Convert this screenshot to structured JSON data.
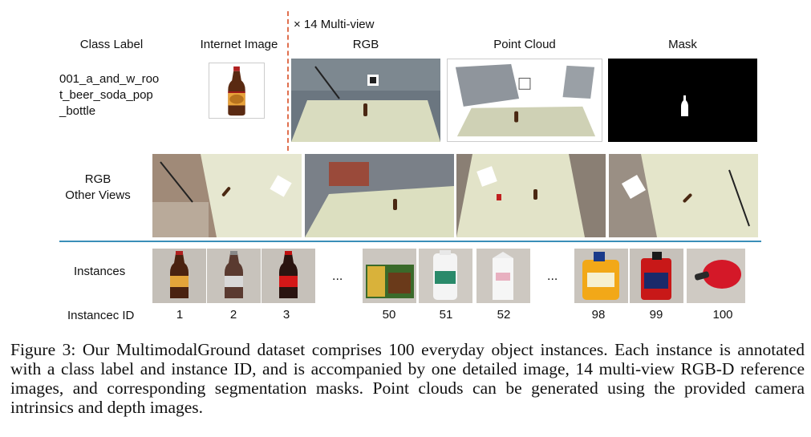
{
  "headers": {
    "multiview": "× 14 Multi-view",
    "class_label": "Class Label",
    "internet_image": "Internet Image",
    "rgb": "RGB",
    "point_cloud": "Point Cloud",
    "mask": "Mask"
  },
  "class_label_text": [
    "001_a_and_w_roo",
    "t_beer_soda_pop",
    "_bottle"
  ],
  "row_labels": {
    "rgb_other_line1": "RGB",
    "rgb_other_line2": "Other Views",
    "instances": "Instances",
    "instance_id": "Instancec ID"
  },
  "instance_ids": [
    "1",
    "2",
    "3",
    "50",
    "51",
    "52",
    "98",
    "99",
    "100"
  ],
  "ellipsis": "...",
  "caption": "Figure 3: Our MultimodalGround dataset comprises 100 everyday object instances. Each instance is annotated with a class label and instance ID, and is accompanied by one detailed image, 14 multi-view RGB-D reference images, and corresponding segmentation masks. Point clouds can be generated using the provided camera intrinsics and depth images.",
  "colors": {
    "divider": "#3a8fb8",
    "dashed": "#e0704f"
  }
}
